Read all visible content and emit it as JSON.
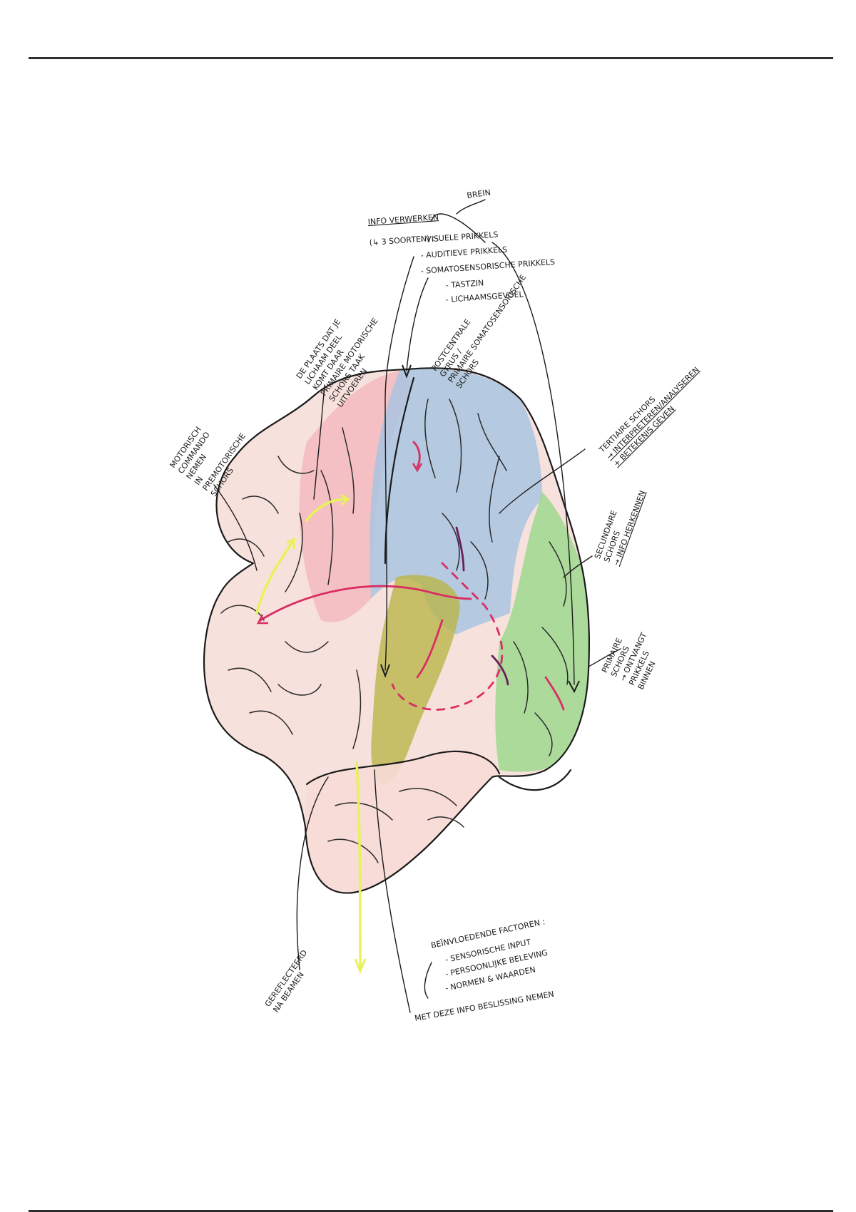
{
  "colors": {
    "prefrontal": "#f6dcd6",
    "motor": "#f3b8bd",
    "somatosensory": "#a9c4e1",
    "auditory": "#b9b64a",
    "visual": "#9fd88f",
    "highlight": "#e8f25a",
    "magenta": "#d92d63",
    "purple": "#6b1d5c",
    "ink": "#1b1b1b"
  },
  "labels": {
    "brein": "BREIN",
    "info_heading": "INFO VERWERKEN",
    "sorts_intro": "(↳ 3 SOORTEN) :",
    "stimuli": [
      "- VISUELE PRIKKELS",
      "- AUDITIEVE PRIKKELS",
      "- SOMATOSENSORISCHE PRIKKELS"
    ],
    "somato_sub": [
      "- TASTZIN",
      "- LICHAAMSGEVOEL"
    ],
    "motoric_label": [
      "MOTORISCH",
      "COMMANDO",
      "NEMEN",
      "IN",
      "PREMOTORISCHE",
      "SCHORS"
    ],
    "body_label": [
      "DE PLAATS DAT JE",
      "LICHAAM DEEL",
      "KOMT DAAR",
      "PRIMAIRE MOTORISCHE",
      "SCHORS TAAK",
      "UITVOEREN"
    ],
    "postcentral_label": [
      "POSTCENTRALE",
      "GYRUS /",
      "PRIMAIRE SOMATOSENSORISCHE",
      "SCHORS"
    ],
    "tertiary_label": [
      "TERTIAIRE SCHORS",
      "→ INTERPRETEREN/ANALYSEREN",
      "+ BETEKENIS GEVEN"
    ],
    "secondary_label": [
      "SECUNDAIRE",
      "SCHORS",
      "→ INFO HERKENNEN"
    ],
    "primary_label": [
      "PRIMAIRE",
      "SCHORS",
      "→ ONTVANGT",
      "PRIKKELS",
      "BINNEN"
    ],
    "factors_heading": "BEÏNVLOEDENDE FACTOREN :",
    "factors": [
      "- SENSORISCHE INPUT",
      "- PERSOONLIJKE BELEVING",
      "- NORMEN & WAARDEN"
    ],
    "gerecreated_label": [
      "GEREFLECTEERD",
      "NA BEAMEN"
    ],
    "decision_label": "MET DEZE INFO BESLISSING NEMEN"
  }
}
